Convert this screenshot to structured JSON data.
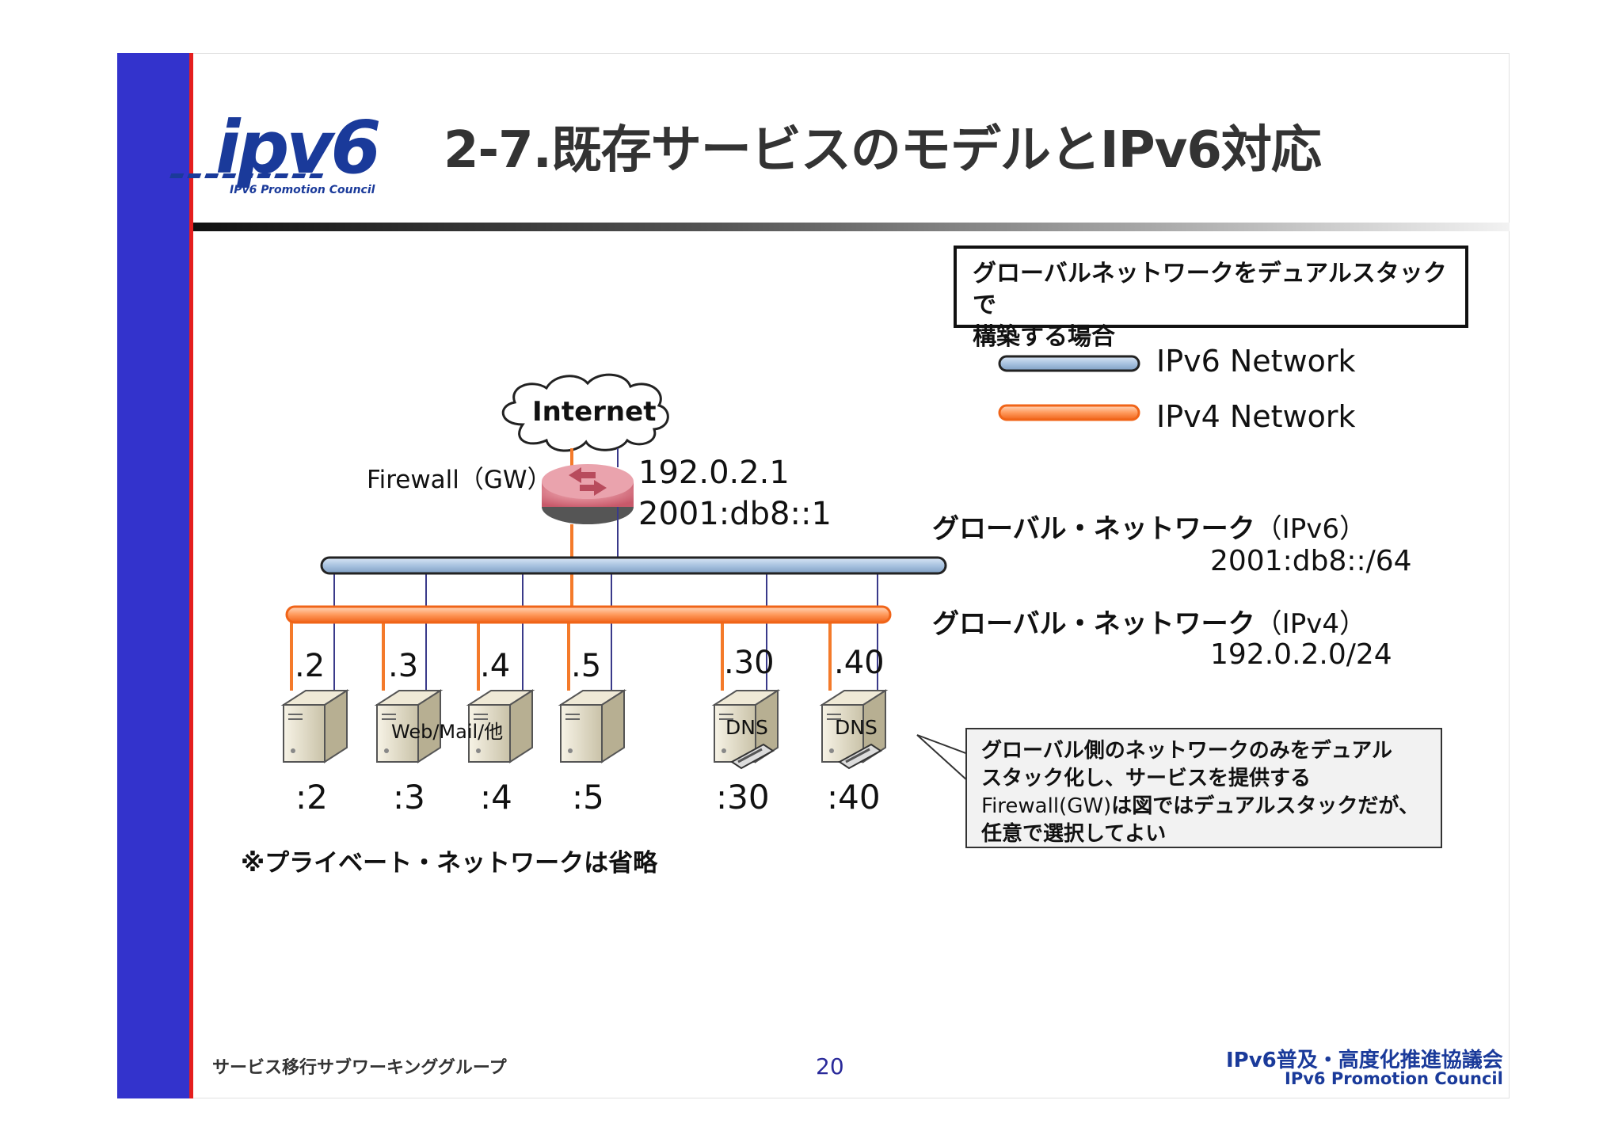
{
  "slide": {
    "title": "2-7.既存サービスのモデルとIPv6対応",
    "logo_text": "ipv6",
    "logo_subtitle": "IPv6 Promotion Council",
    "footer_left": "サービス移行サブワーキンググループ",
    "page_number": "20",
    "footer_org_ja": "IPv6普及・高度化推進協議会",
    "footer_org_en": "IPv6 Promotion Council"
  },
  "legend": {
    "box_line1": "グローバルネットワークをデュアルスタックで",
    "box_line2": "構築する場合",
    "ipv6_label": "IPv6 Network",
    "ipv4_label": "IPv4 Network",
    "ipv6_color": "#a9c3e0",
    "ipv4_color": "#f47a2a"
  },
  "diagram": {
    "internet_label": "Internet",
    "firewall_label": "Firewall（GW）",
    "gw_ipv4": "192.0.2.1",
    "gw_ipv6": "2001:db8::1",
    "net6_name": "グローバル・ネットワーク",
    "net6_suffix": "（IPv6）",
    "net6_prefix": "2001:db8::/64",
    "net4_name": "グローバル・ネットワーク",
    "net4_suffix": "（IPv4）",
    "net4_prefix": "192.0.2.0/24",
    "servers": [
      {
        "v4": ".2",
        "v6": ":2",
        "label": ""
      },
      {
        "v4": ".3",
        "v6": ":3",
        "label": "Web/Mail/他"
      },
      {
        "v4": ".4",
        "v6": ":4",
        "label": ""
      },
      {
        "v4": ".5",
        "v6": ":5",
        "label": ""
      },
      {
        "v4": ".30",
        "v6": ":30",
        "label": "DNS"
      },
      {
        "v4": ".40",
        "v6": ":40",
        "label": "DNS"
      }
    ],
    "note": "※プライベート・ネットワークは省略"
  },
  "callout": {
    "line1": "グローバル側のネットワークのみをデュアル",
    "line2": "スタック化し、サービスを提供する",
    "line3a": "Firewall(GW)",
    "line3b": "は図ではデュアルスタックだが、",
    "line4": "任意で選択してよい"
  }
}
